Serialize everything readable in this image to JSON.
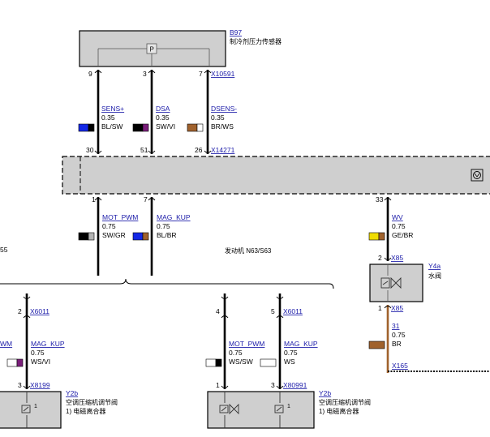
{
  "sensor": {
    "id": "B97",
    "name": "制冷剂压力传感器",
    "glyph": "P",
    "connector": "X10591"
  },
  "sensor_pins": [
    "9",
    "3",
    "7"
  ],
  "wires_top": [
    {
      "signal": "SENS+",
      "gauge": "0.35",
      "color_code": "BL/SW",
      "c1": "#1428e6",
      "c2": "#000000"
    },
    {
      "signal": "DSA",
      "gauge": "0.35",
      "color_code": "SW/VI",
      "c1": "#000000",
      "c2": "#7a1e7a"
    },
    {
      "signal": "DSENS-",
      "gauge": "0.35",
      "color_code": "BR/WS",
      "c1": "#a0622d",
      "c2": "#ffffff"
    }
  ],
  "module": {
    "connector": "X14271",
    "pins_top": [
      "30",
      "51",
      "26"
    ],
    "pins_bottom": [
      "1",
      "7",
      "33"
    ]
  },
  "wires_mid": [
    {
      "signal": "MOT_PWM",
      "gauge": "0.75",
      "color_code": "SW/GR",
      "c1": "#000000",
      "c2": "#b4b4b4"
    },
    {
      "signal": "MAG_KUP",
      "gauge": "0.75",
      "color_code": "BL/BR",
      "c1": "#1428e6",
      "c2": "#a0622d"
    }
  ],
  "wire_ww": {
    "signal": "WV",
    "gauge": "0.75",
    "color_code": "GE/BR",
    "c1": "#f0dc00",
    "c2": "#a0622d"
  },
  "left_num": "55",
  "engine_label": "发动机 N63/S63",
  "valve": {
    "id": "Y4a",
    "name": "水阀",
    "connector": "X85",
    "pin_in": "2",
    "pin_out": "1",
    "connector_out": "X85"
  },
  "wire_31": {
    "signal": "31",
    "gauge": "0.75",
    "color_code": "BR",
    "c1": "#a0622d"
  },
  "ground": "X165",
  "left_branch": {
    "pin_a": "2",
    "connector_a": "X6011",
    "partial_signal": "WM",
    "signal": "MAG_KUP",
    "gauge": "0.75",
    "color_code": "WS/VI",
    "c1": "#ffffff",
    "c2": "#7a1e7a",
    "pin_b": "3",
    "connector_b": "X8199",
    "clutch_id": "Y2b",
    "clutch_name": "空调压缩机调节阀",
    "clutch_sub": "1)   电磁离合器",
    "coil_num": "1"
  },
  "right_branch": {
    "pin_a1": "4",
    "pin_a2": "5",
    "connector_a": "X6011",
    "wires": [
      {
        "signal": "MOT_PWM",
        "gauge": "0.75",
        "color_code": "WS/SW",
        "c1": "#ffffff",
        "c2": "#000000"
      },
      {
        "signal": "MAG_KUP",
        "gauge": "0.75",
        "color_code": "WS",
        "c1": "#ffffff"
      }
    ],
    "pin_b1": "1",
    "pin_b2": "3",
    "connector_b": "X80991",
    "clutch_id": "Y2b",
    "clutch_name": "空调压缩机调节阀",
    "clutch_sub": "1)   电磁离合器",
    "coil_num": "1"
  }
}
